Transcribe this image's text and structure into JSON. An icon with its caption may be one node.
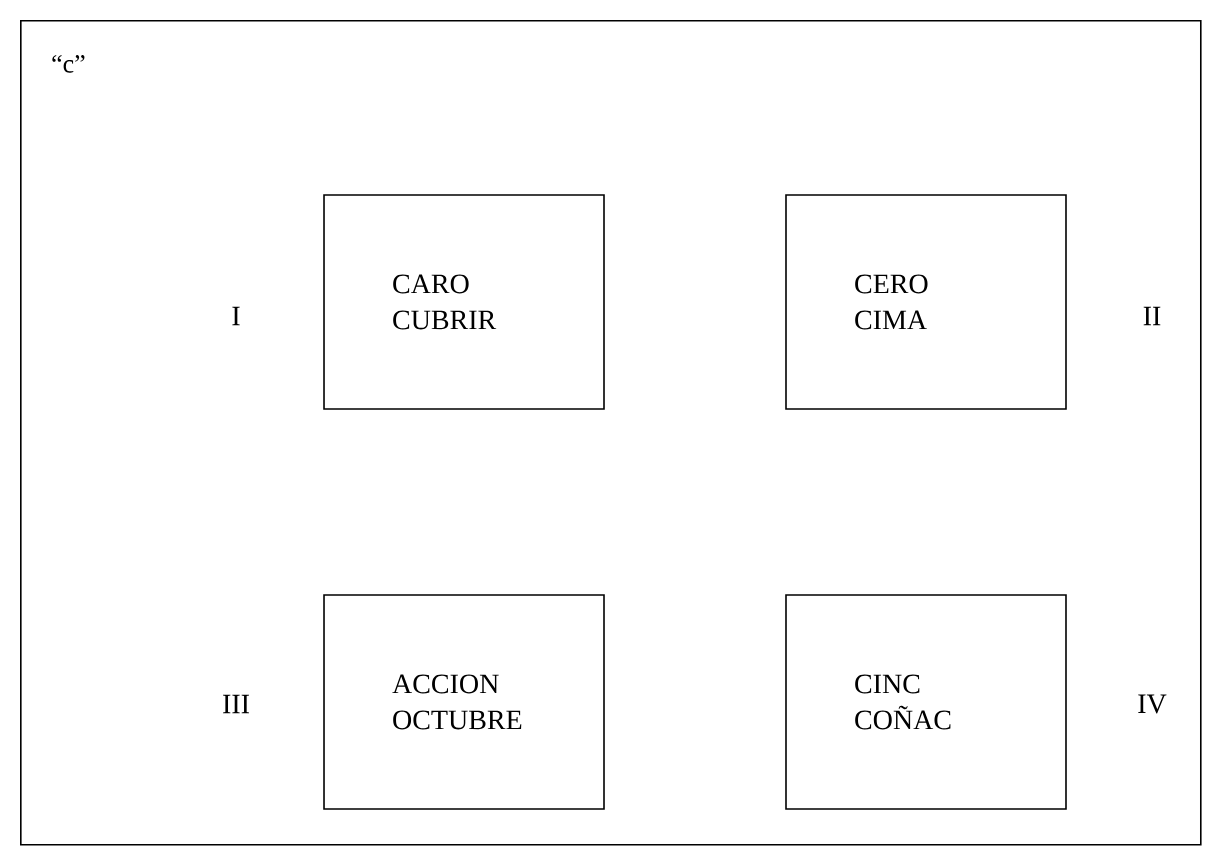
{
  "diagram": {
    "nodes": [
      {
        "text": [
          "“c”"
        ]
      },
      {
        "text": [
          "CARO CUBRIR"
        ],
        "in": 0,
        "beside": [
          "I"
        ]
      },
      {
        "text": [
          "CERO CIMA"
        ],
        "in": 0,
        "beside": [
          "II"
        ]
      },
      {
        "text": [
          "ACCION OCTUBRE"
        ],
        "in": 0,
        "beside": [
          "III"
        ]
      },
      {
        "text": [
          "CINC COÑAC"
        ],
        "in": 0,
        "beside": [
          "IV"
        ]
      }
    ]
  }
}
